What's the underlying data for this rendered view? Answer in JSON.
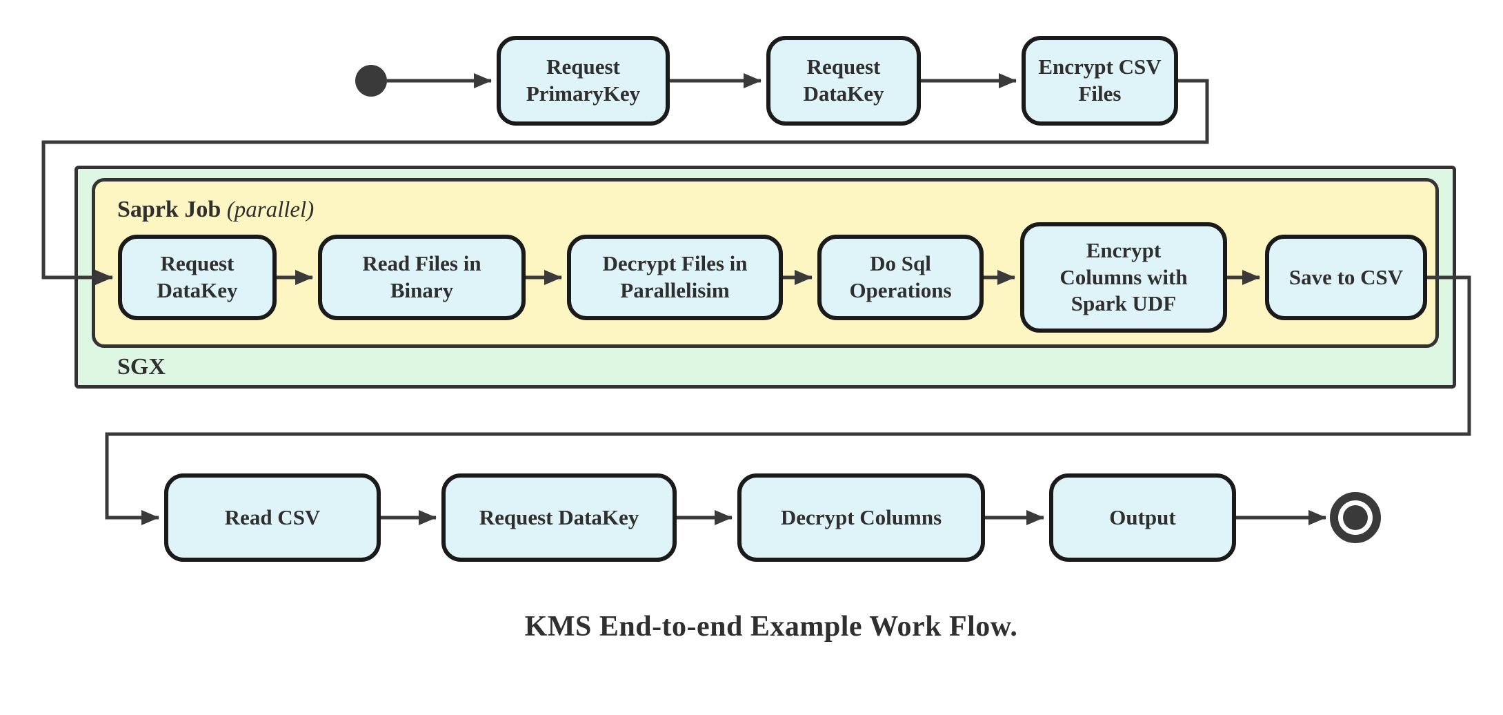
{
  "colors": {
    "node-fill": "#dff4f9",
    "node-border": "#1a1a1a",
    "yellow-fill": "#fdf6c2",
    "green-fill": "#def7e2",
    "container-border": "#333333",
    "line-color": "#3a3a3a",
    "text": "#2f2f2f"
  },
  "diagram": {
    "top_row": [
      {
        "label": "Request PrimaryKey"
      },
      {
        "label": "Request DataKey"
      },
      {
        "label": "Encrypt CSV Files"
      }
    ],
    "spark_container": {
      "label": "Saprk Job",
      "modifier": "(parallel)"
    },
    "sgx_container": {
      "label": "SGX"
    },
    "middle_row": [
      {
        "label": "Request DataKey"
      },
      {
        "label": "Read Files in Binary"
      },
      {
        "label": "Decrypt Files in Parallelisim"
      },
      {
        "label": "Do Sql Operations"
      },
      {
        "label": "Encrypt Columns with Spark UDF"
      },
      {
        "label": "Save to CSV"
      }
    ],
    "bottom_row": [
      {
        "label": "Read CSV"
      },
      {
        "label": "Request DataKey"
      },
      {
        "label": "Decrypt Columns"
      },
      {
        "label": "Output"
      }
    ],
    "caption": "KMS End-to-end Example Work Flow."
  }
}
